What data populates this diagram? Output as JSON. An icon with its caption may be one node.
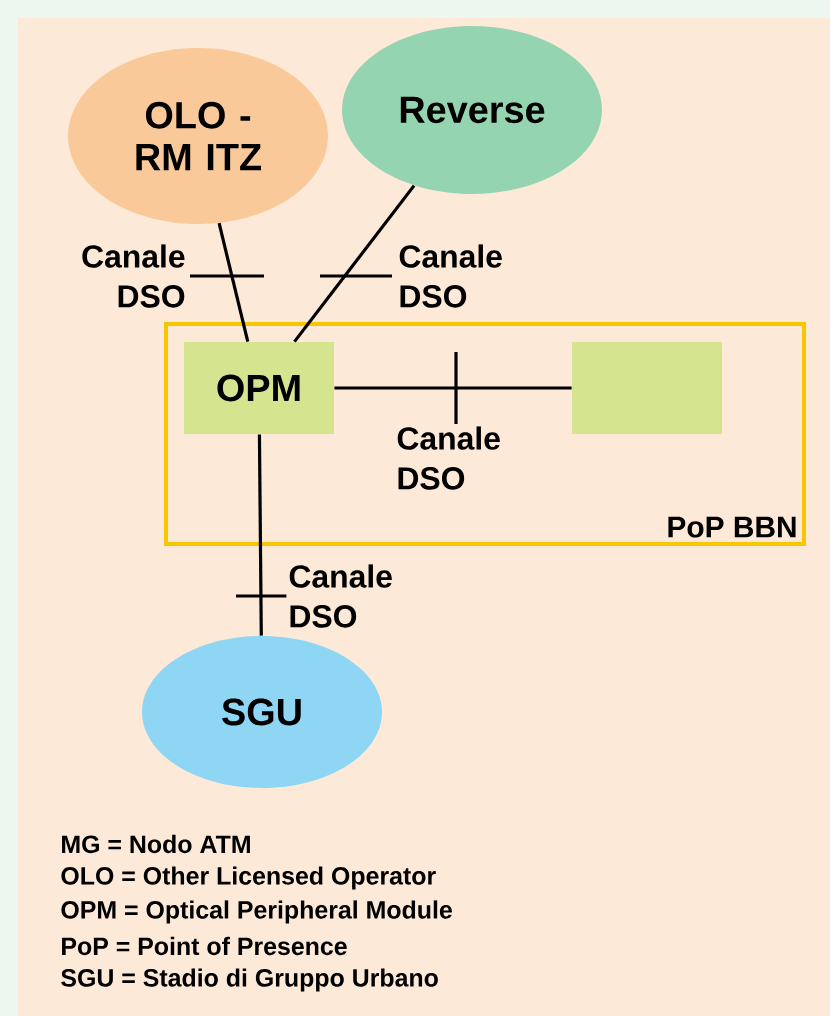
{
  "diagram": {
    "nodes": [
      {
        "text": [
          "OLO - RM ITZ"
        ]
      },
      {
        "text": [
          "Reverse"
        ]
      },
      {
        "text": [
          "PoP BBN"
        ]
      },
      {
        "text": [
          "OPM"
        ],
        "in": 2
      },
      {
        "text": [],
        "shape": "box",
        "in": 2
      },
      {
        "text": [
          "SGU"
        ]
      }
    ],
    "edges": [
      {
        "from": 0,
        "to": 3,
        "arrow": "none",
        "label": "Canale DSO"
      },
      {
        "from": 1,
        "to": 3,
        "arrow": "none",
        "label": "Canale DSO"
      },
      {
        "from": 3,
        "to": 4,
        "arrow": "none",
        "label": "Canale DSO"
      },
      {
        "from": 3,
        "to": 5,
        "arrow": "none",
        "label": "Canale DSO"
      }
    ],
    "labels": [
      "MG = Nodo ATM",
      "OLO = Other Licensed Operator",
      "OPM = Optical Peripheral Module",
      "PoP = Point of Presence",
      "SGU = Stadio di Gruppo Urbano"
    ]
  }
}
